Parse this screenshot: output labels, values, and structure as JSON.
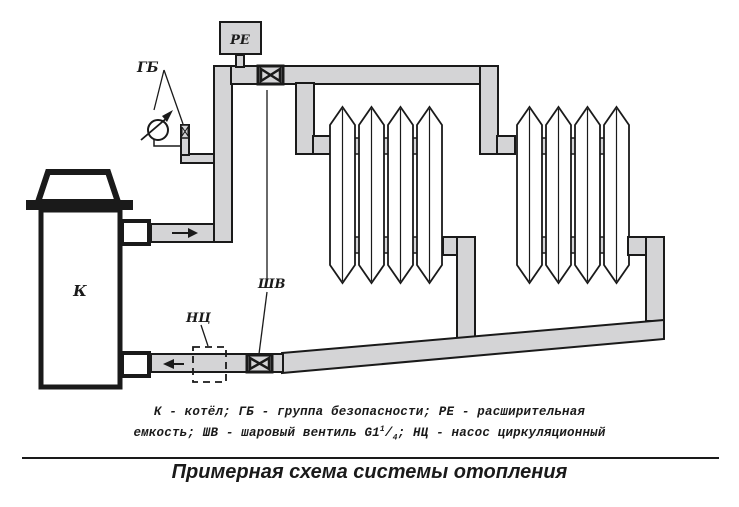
{
  "diagram": {
    "labels": {
      "expansion_tank": "PE",
      "safety_group": "ГБ",
      "boiler": "К",
      "ball_valve": "ШВ",
      "pump": "НЦ"
    },
    "radiators": [
      {
        "name": "radiator-1",
        "sections": 4
      },
      {
        "name": "radiator-2",
        "sections": 4
      }
    ],
    "colors": {
      "pipe_fill": "#d4d4d6",
      "stroke": "#1a1a1a",
      "background": "#ffffff"
    }
  },
  "legend": {
    "line1": "К - котёл; ГБ - группа безопасности; РЕ - расширительная",
    "line2_prefix": "емкость; ШВ - шаровый вентиль G1",
    "line2_sup": "1",
    "line2_slash": "/",
    "line2_sub": "4",
    "line2_suffix": "; НЦ - насос циркуляционный"
  },
  "title": "Примерная схема системы отопления"
}
